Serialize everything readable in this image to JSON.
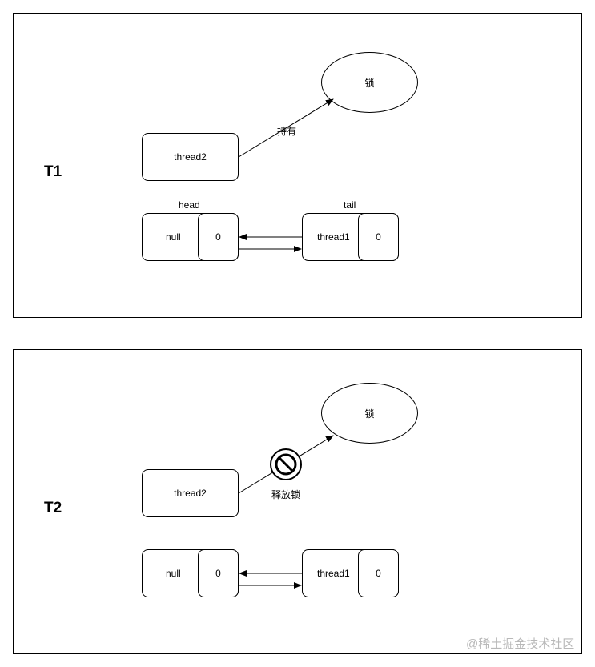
{
  "t1": {
    "title": "T1",
    "lock": "锁",
    "holder": "thread2",
    "edge_label": "持有",
    "head_label": "head",
    "tail_label": "tail",
    "head_node": {
      "value": "null",
      "state": "0"
    },
    "tail_node": {
      "value": "thread1",
      "state": "0"
    }
  },
  "t2": {
    "title": "T2",
    "lock": "锁",
    "holder": "thread2",
    "edge_label": "释放锁",
    "head_node": {
      "value": "null",
      "state": "0"
    },
    "tail_node": {
      "value": "thread1",
      "state": "0"
    }
  },
  "watermark": "@稀土掘金技术社区"
}
